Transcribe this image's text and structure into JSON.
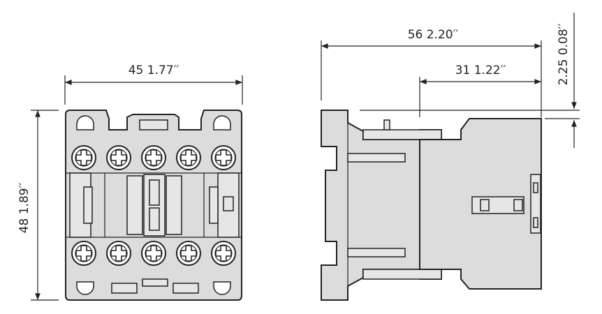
{
  "front_view": {
    "width_label": "45   1.77′′",
    "height_label": "48   1.89′′",
    "terminal_count_per_row": 5,
    "terminal_rows": 2
  },
  "side_view": {
    "depth_label": "56   2.20′′",
    "mount_depth_label": "31   1.22′′",
    "offset_label": "2.25   0.08′′"
  },
  "icons": [
    "screw-terminal-icon",
    "mounting-hole-icon"
  ],
  "colors": {
    "body": "#dcdcdc",
    "line": "#222222",
    "background": "#ffffff"
  }
}
